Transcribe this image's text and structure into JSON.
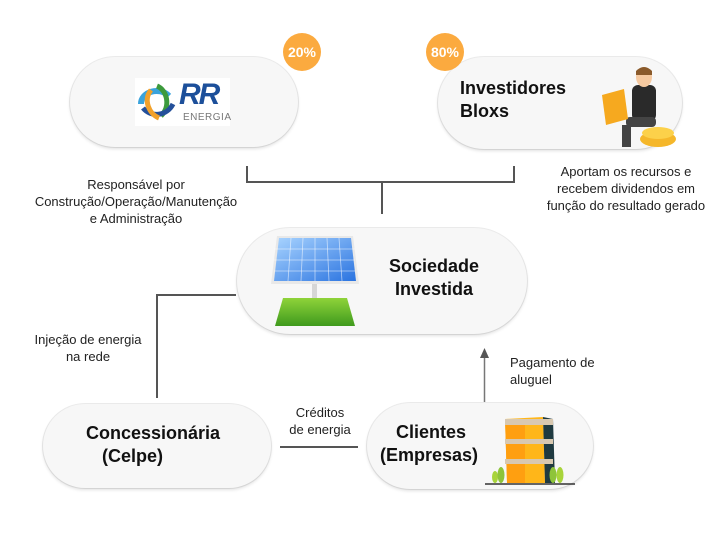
{
  "nodes": {
    "rr_energia": {
      "logo_text": "RR",
      "logo_subtext": "ENERGIA",
      "share_badge": "20%"
    },
    "investidores": {
      "title_line1": "Investidores",
      "title_line2": "Bloxs",
      "share_badge": "80%"
    },
    "sociedade": {
      "title_line1": "Sociedade",
      "title_line2": "Investida"
    },
    "concessionaria": {
      "title_line1": "Concessionária",
      "title_line2": "(Celpe)"
    },
    "clientes": {
      "title_line1": "Clientes",
      "title_line2": "(Empresas)"
    }
  },
  "labels": {
    "rr_role": [
      "Responsável por",
      "Construção/Operação/Manutenção",
      "e Administração"
    ],
    "investor_role": [
      "Aportam os recursos e",
      "recebem dividendos em",
      "função do resultado gerado"
    ],
    "injection": [
      "Injeção de energia",
      "na rede"
    ],
    "rent": [
      "Pagamento de",
      "aluguel"
    ],
    "credits": [
      "Créditos",
      "de energia"
    ]
  },
  "colors": {
    "badge": "#fbaa3f",
    "connector": "#555555",
    "pill": "#f7f7f7"
  }
}
